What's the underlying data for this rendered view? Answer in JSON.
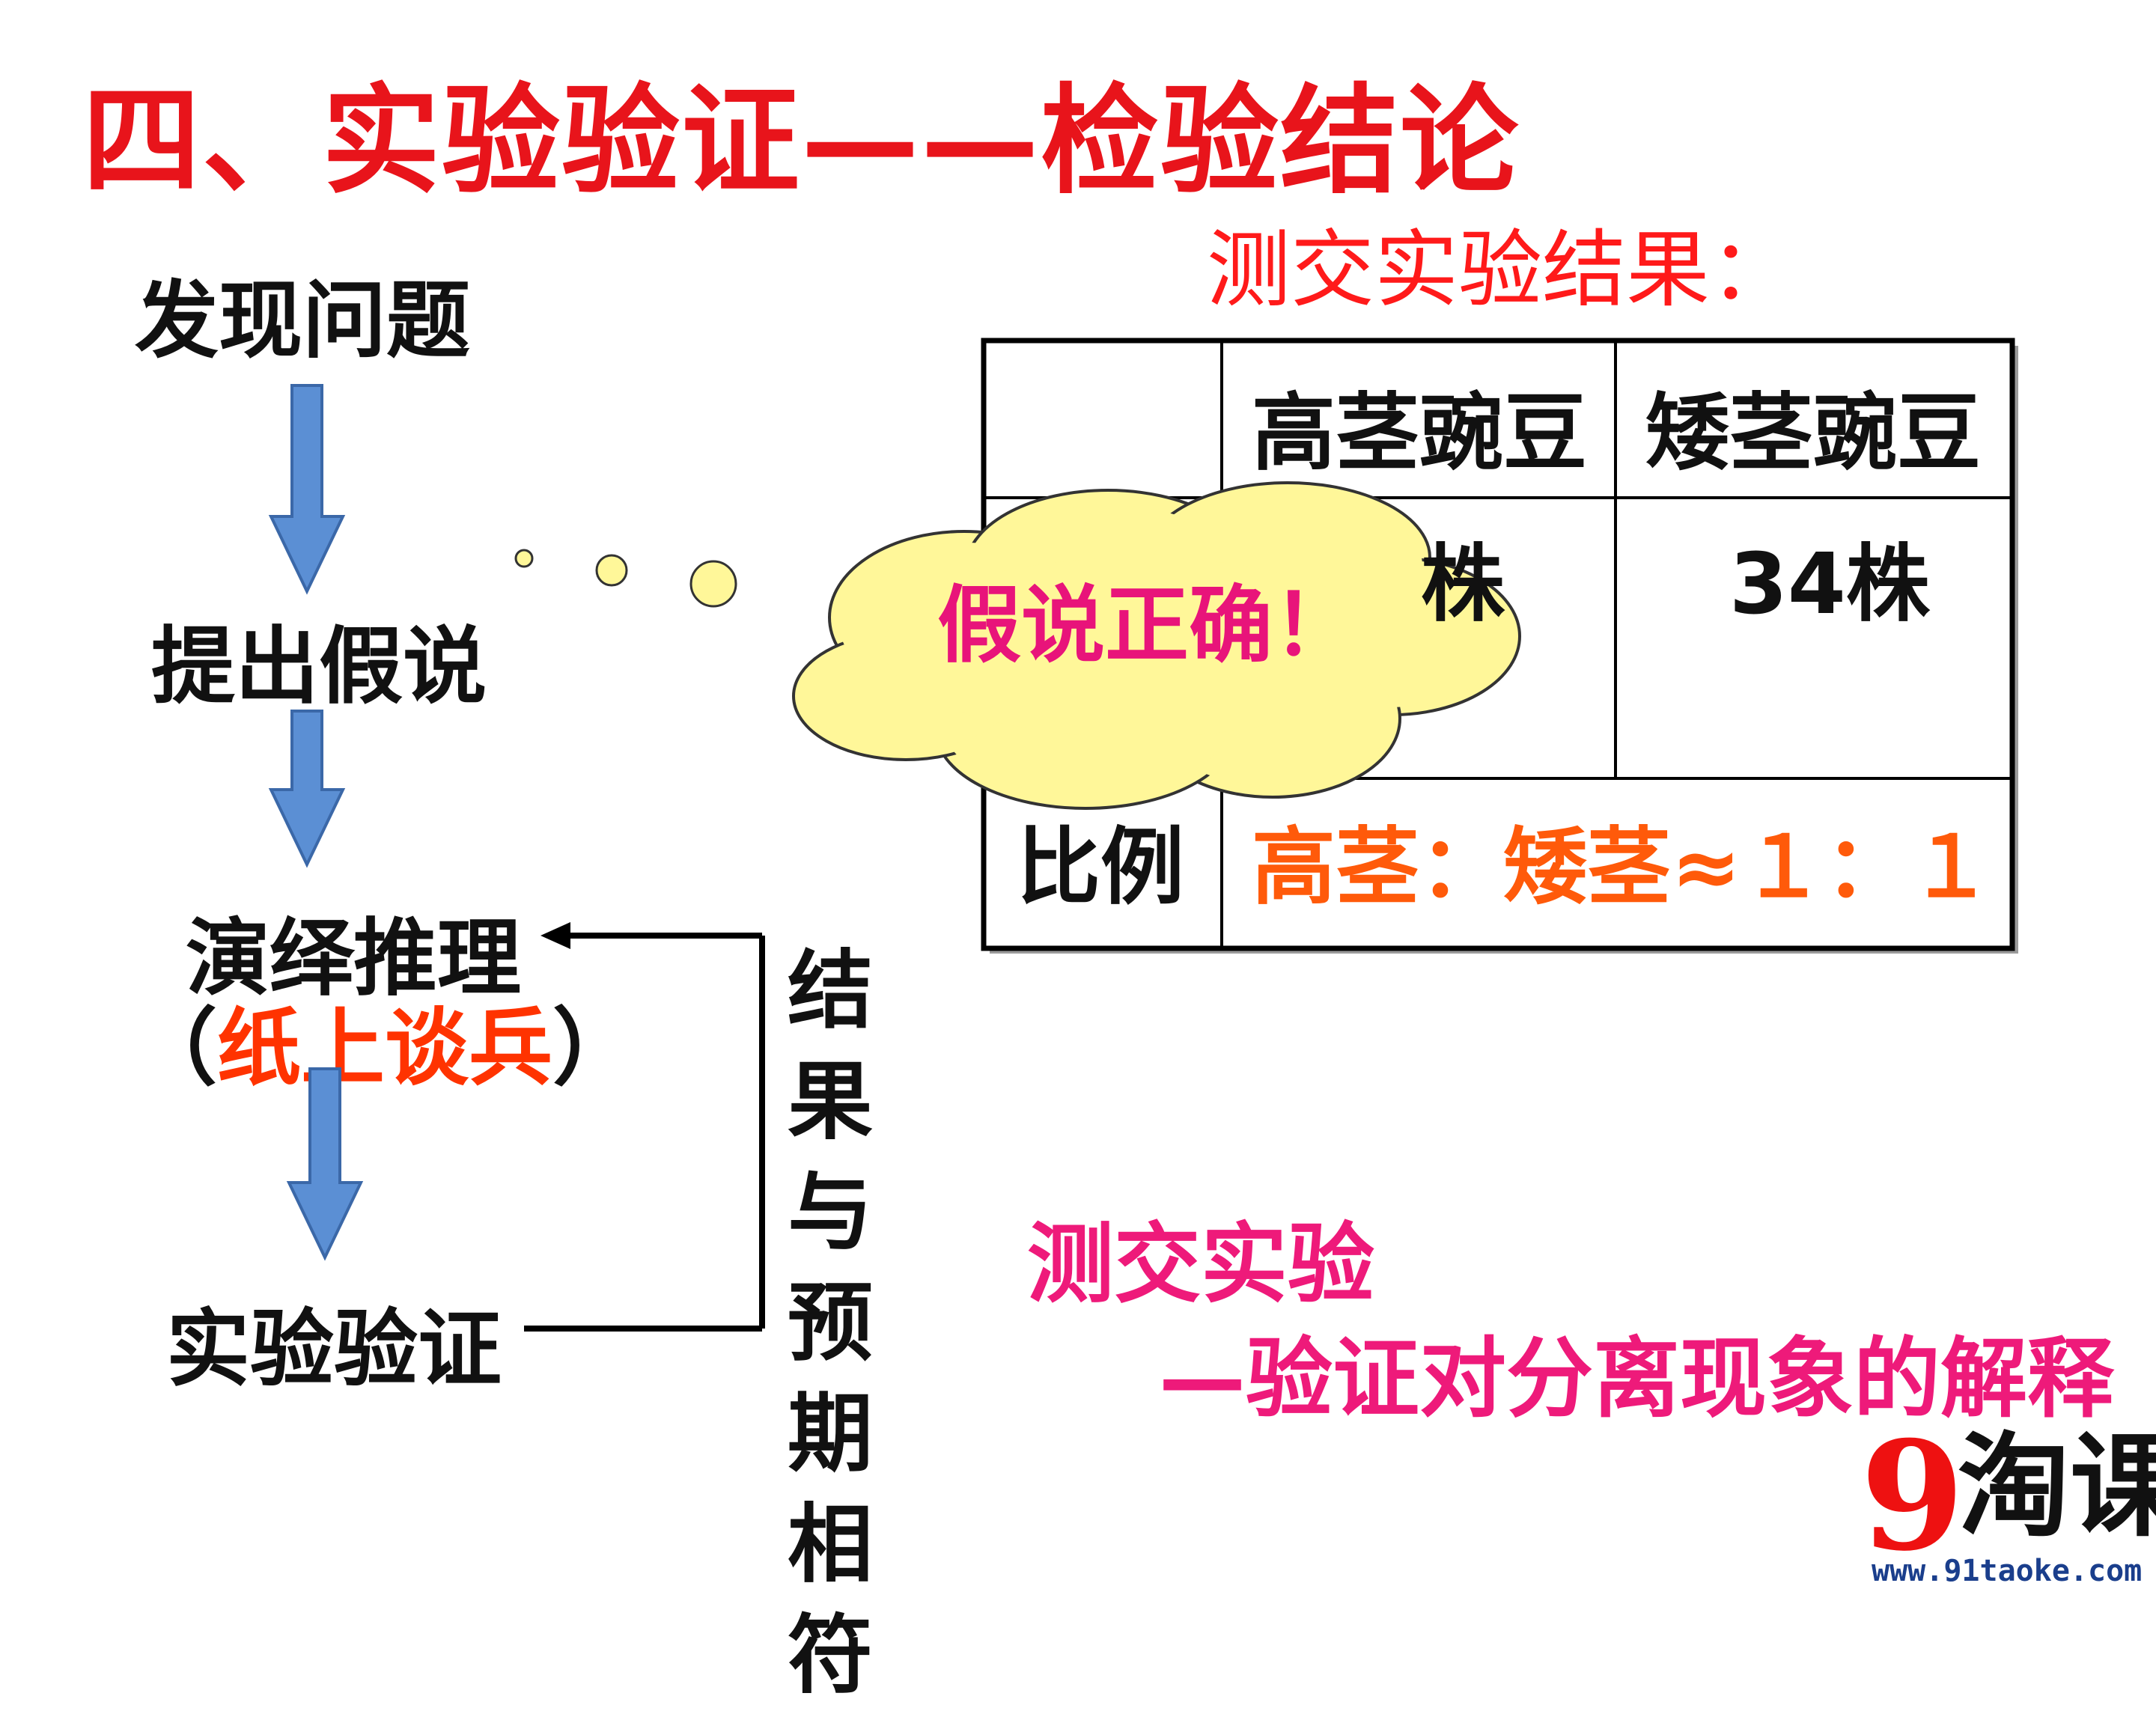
{
  "title": "四、实验验证——检验结论",
  "flow": {
    "steps": [
      "发现问题",
      "提出假说",
      "演绎推理",
      "实验验证"
    ],
    "paren_open": "（",
    "paren_text": "纸上谈兵",
    "paren_close": "）",
    "feedback_label": "结果与预期相符"
  },
  "table": {
    "heading": "测交实验结果：",
    "col_headers": [
      "高茎豌豆",
      "矮茎豌豆"
    ],
    "count_partial": "株",
    "count_short": "34株",
    "ratio_label": "比例",
    "ratio_value": "高茎：矮茎≈１：１"
  },
  "bubble": {
    "text": "假说正确！"
  },
  "conclusion": {
    "line1": "测交实验",
    "line2": "—验证对分离现象的解释"
  },
  "logo": {
    "number": "9",
    "name": "淘课",
    "url": "www.91taoke.com"
  }
}
